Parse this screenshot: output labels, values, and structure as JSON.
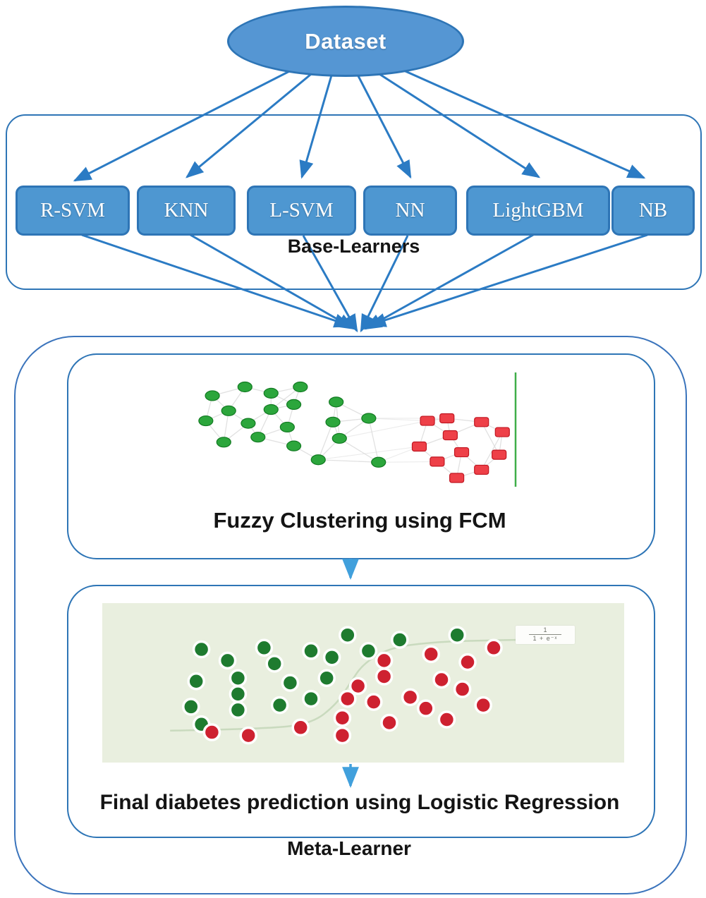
{
  "diagram": {
    "dataset": {
      "label": "Dataset"
    },
    "base_learners": {
      "label": "Base-Learners",
      "models": [
        {
          "label": "R-SVM"
        },
        {
          "label": "KNN"
        },
        {
          "label": "L-SVM"
        },
        {
          "label": "NN"
        },
        {
          "label": "LightGBM"
        },
        {
          "label": "NB"
        }
      ]
    },
    "meta_learner": {
      "label": "Meta-Learner",
      "fcm_caption": "Fuzzy Clustering using FCM",
      "lr_caption": "Final diabetes prediction using Logistic Regression",
      "formula_numerator": "1",
      "formula_denominator": "1 + e⁻ˣ"
    }
  },
  "colors": {
    "node_fill": "#4E97D1",
    "node_border": "#2E75B6",
    "arrow": "#2B7BC4",
    "arrow_light": "#41A0DC",
    "container_border": "#2E75B6",
    "scatter_bg": "#E9EFDF",
    "scatter_green": "#1E7B2F",
    "scatter_red": "#CE2130",
    "fcm_green": "#2CA63C",
    "fcm_green_border": "#127A22",
    "fcm_red": "#EE4048",
    "fcm_red_border": "#C01722",
    "fcm_edge": "#DCDCDC",
    "boundary_curve": "#C9DABE",
    "separator_green_line": "#3FAE49"
  },
  "fcm_graph": {
    "green_nodes": [
      [
        0.05,
        0.23
      ],
      [
        0.15,
        0.16
      ],
      [
        0.23,
        0.21
      ],
      [
        0.32,
        0.16
      ],
      [
        0.1,
        0.35
      ],
      [
        0.23,
        0.34
      ],
      [
        0.3,
        0.3
      ],
      [
        0.43,
        0.28
      ],
      [
        0.03,
        0.43
      ],
      [
        0.16,
        0.45
      ],
      [
        0.28,
        0.48
      ],
      [
        0.42,
        0.44
      ],
      [
        0.53,
        0.41
      ],
      [
        0.19,
        0.56
      ],
      [
        0.085,
        0.6
      ],
      [
        0.3,
        0.63
      ],
      [
        0.44,
        0.57
      ],
      [
        0.375,
        0.74
      ],
      [
        0.56,
        0.76
      ]
    ],
    "red_nodes": [
      [
        0.71,
        0.43
      ],
      [
        0.77,
        0.41
      ],
      [
        0.876,
        0.44
      ],
      [
        0.94,
        0.52
      ],
      [
        0.78,
        0.545
      ],
      [
        0.685,
        0.635
      ],
      [
        0.815,
        0.68
      ],
      [
        0.93,
        0.7
      ],
      [
        0.74,
        0.755
      ],
      [
        0.876,
        0.82
      ],
      [
        0.8,
        0.885
      ]
    ],
    "has_separator_line": true
  },
  "scatter": {
    "green_points": [
      [
        0.19,
        0.29
      ],
      [
        0.24,
        0.36
      ],
      [
        0.31,
        0.28
      ],
      [
        0.33,
        0.38
      ],
      [
        0.4,
        0.3
      ],
      [
        0.44,
        0.34
      ],
      [
        0.47,
        0.2
      ],
      [
        0.51,
        0.3
      ],
      [
        0.57,
        0.23
      ],
      [
        0.68,
        0.2
      ],
      [
        0.18,
        0.49
      ],
      [
        0.26,
        0.47
      ],
      [
        0.36,
        0.5
      ],
      [
        0.43,
        0.47
      ],
      [
        0.26,
        0.57
      ],
      [
        0.4,
        0.6
      ],
      [
        0.17,
        0.65
      ],
      [
        0.26,
        0.67
      ],
      [
        0.34,
        0.64
      ],
      [
        0.19,
        0.76
      ]
    ],
    "red_points": [
      [
        0.54,
        0.36
      ],
      [
        0.63,
        0.32
      ],
      [
        0.7,
        0.37
      ],
      [
        0.75,
        0.28
      ],
      [
        0.54,
        0.46
      ],
      [
        0.49,
        0.52
      ],
      [
        0.65,
        0.48
      ],
      [
        0.69,
        0.54
      ],
      [
        0.47,
        0.6
      ],
      [
        0.52,
        0.62
      ],
      [
        0.59,
        0.59
      ],
      [
        0.62,
        0.66
      ],
      [
        0.73,
        0.64
      ],
      [
        0.46,
        0.72
      ],
      [
        0.55,
        0.75
      ],
      [
        0.66,
        0.73
      ],
      [
        0.38,
        0.78
      ],
      [
        0.46,
        0.83
      ],
      [
        0.21,
        0.81
      ],
      [
        0.28,
        0.83
      ]
    ],
    "boundary_curve": [
      [
        0.13,
        0.8
      ],
      [
        0.3,
        0.79
      ],
      [
        0.4,
        0.76
      ],
      [
        0.45,
        0.63
      ],
      [
        0.475,
        0.5
      ],
      [
        0.5,
        0.38
      ],
      [
        0.55,
        0.28
      ],
      [
        0.63,
        0.245
      ],
      [
        0.72,
        0.235
      ],
      [
        0.8,
        0.23
      ]
    ]
  }
}
